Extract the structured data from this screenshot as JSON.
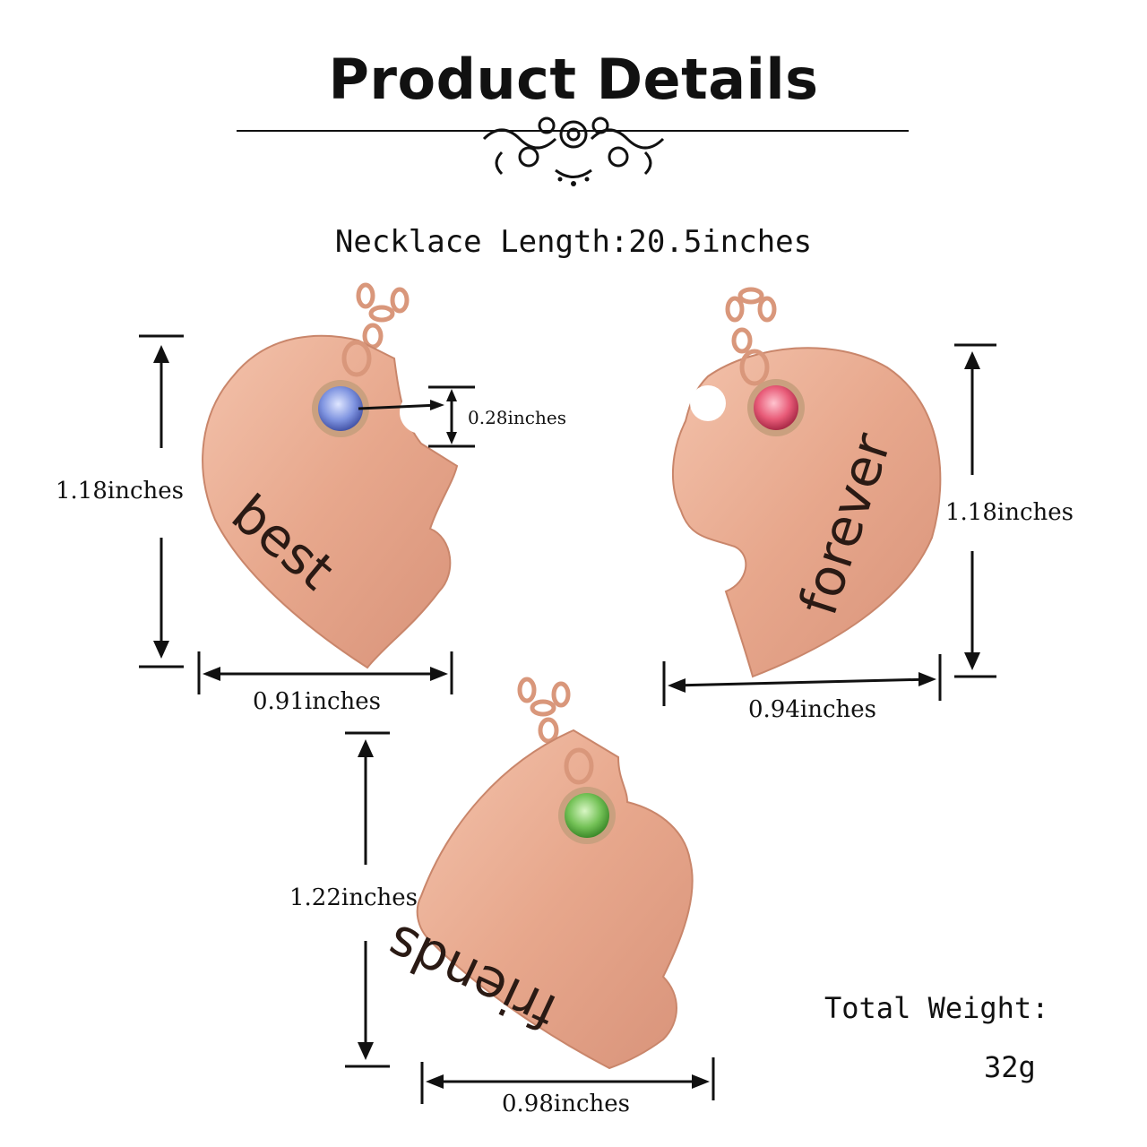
{
  "header": {
    "title": "Product Details",
    "necklace_length": "Necklace Length:20.5inches"
  },
  "pendants": {
    "best": {
      "word": "best",
      "height": "1.18inches",
      "width": "0.91inches",
      "stone_size": "0.28inches",
      "stone_color": "#6f86d6"
    },
    "forever": {
      "word": "forever",
      "height": "1.18inches",
      "width": "0.94inches",
      "stone_color": "#e2506e"
    },
    "friends": {
      "word": "friends",
      "height": "1.22inches",
      "width": "0.98inches",
      "stone_color": "#6fc04f"
    }
  },
  "weight": {
    "label": "Total Weight:",
    "value": "32g"
  },
  "colors": {
    "rose_gold": "#e7a78c",
    "rose_gold_dark": "#c9866b",
    "ink": "#111111"
  }
}
